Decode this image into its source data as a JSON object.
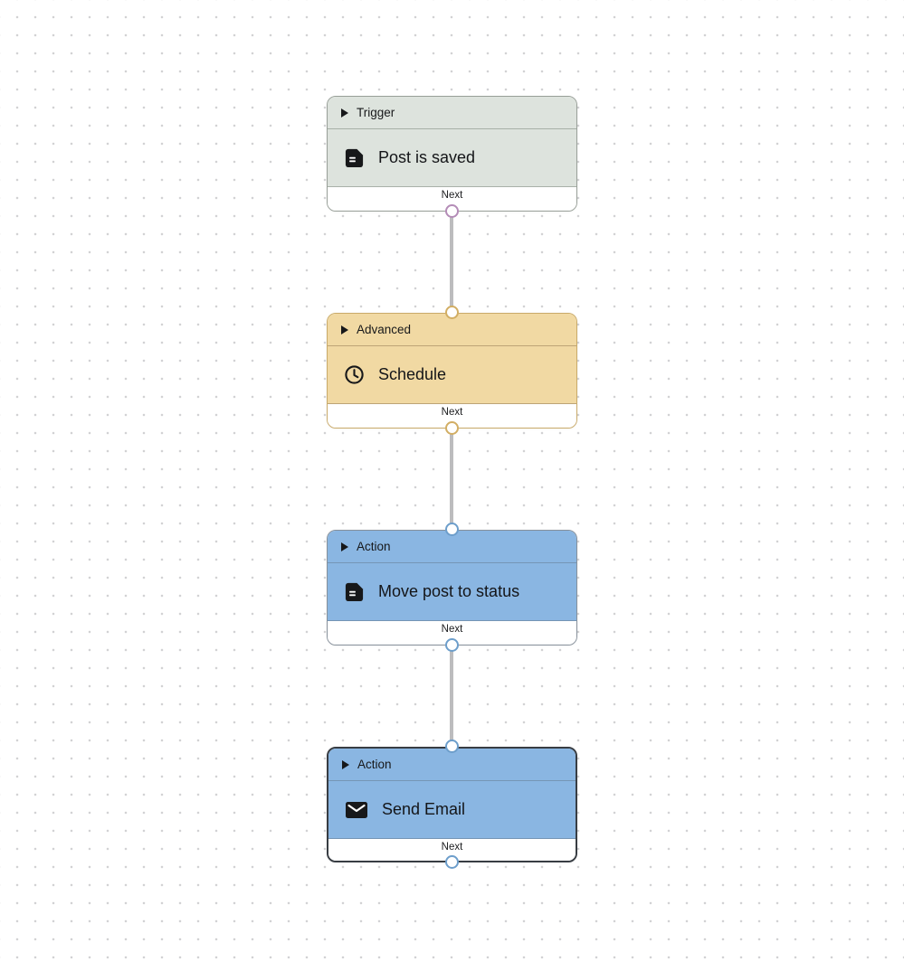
{
  "canvas": {
    "background": "#ffffff",
    "grid_dot_color": "#d2d2d4",
    "edge_color": "#bcbcbe"
  },
  "nodes": [
    {
      "category": "Trigger",
      "title": "Post is saved",
      "icon": "document-icon",
      "footer_label": "Next",
      "selected": false,
      "theme": {
        "fill": "#dde3dd",
        "border": "#989f98",
        "divider": "#a8b0a8"
      },
      "ports": {
        "output": "#b48cb7"
      }
    },
    {
      "category": "Advanced",
      "title": "Schedule",
      "icon": "clock-icon",
      "footer_label": "Next",
      "selected": false,
      "theme": {
        "fill": "#f1d9a3",
        "border": "#c9aa69",
        "divider": "#bda477"
      },
      "ports": {
        "input": "#d2ae64",
        "output": "#d2ae64"
      }
    },
    {
      "category": "Action",
      "title": "Move post to status",
      "icon": "document-icon",
      "footer_label": "Next",
      "selected": false,
      "theme": {
        "fill": "#8ab6e2",
        "border": "#86909a",
        "divider": "#7595b5"
      },
      "ports": {
        "input": "#6d9ecb",
        "output": "#6d9ecb"
      }
    },
    {
      "category": "Action",
      "title": "Send Email",
      "icon": "email-icon",
      "footer_label": "Next",
      "selected": true,
      "theme": {
        "fill": "#8ab6e2",
        "border": "#383d43",
        "divider": "#7595b5"
      },
      "ports": {
        "input": "#6d9ecb",
        "output": "#6d9ecb"
      }
    }
  ],
  "edges": [
    {
      "from": "Trigger: Post is saved",
      "to": "Advanced: Schedule"
    },
    {
      "from": "Advanced: Schedule",
      "to": "Action: Move post to status"
    },
    {
      "from": "Action: Move post to status",
      "to": "Action: Send Email"
    }
  ]
}
